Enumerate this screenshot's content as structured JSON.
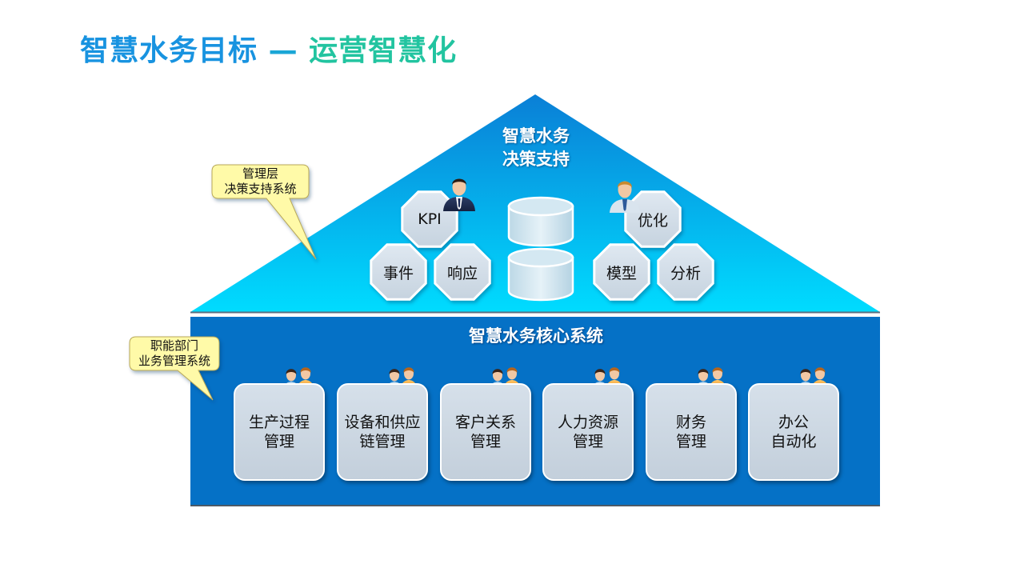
{
  "title": {
    "part1": "智慧水务目标",
    "separator": "—",
    "part2": "运营智慧化"
  },
  "roof": {
    "line1": "智慧水务",
    "line2": "决策支持",
    "left_nodes": [
      "KPI",
      "事件",
      "响应"
    ],
    "right_nodes": [
      "优化",
      "模型",
      "分析"
    ]
  },
  "core": {
    "title": "智慧水务核心系统",
    "modules": [
      {
        "line1": "生产过程",
        "line2": "管理"
      },
      {
        "line1": "设备和供应",
        "line2": "链管理"
      },
      {
        "line1": "客户关系",
        "line2": "管理"
      },
      {
        "line1": "人力资源",
        "line2": "管理"
      },
      {
        "line1": "财务",
        "line2": "管理"
      },
      {
        "line1": "办公",
        "line2": "自动化"
      }
    ]
  },
  "callouts": {
    "management": {
      "line1": "管理层",
      "line2": "决策支持系统"
    },
    "functional": {
      "line1": "职能部门",
      "line2": "业务管理系统"
    }
  },
  "colors": {
    "title_blue": "#1893e0",
    "title_green": "#22c4a0",
    "roof_top": "#0a7fd6",
    "roof_bottom": "#00dcff",
    "core_blue": "#0571c6",
    "callout_fill": "#fffaa8"
  },
  "icons": [
    "businessman-icon",
    "user-icon",
    "user-group-icon",
    "database-icon"
  ]
}
